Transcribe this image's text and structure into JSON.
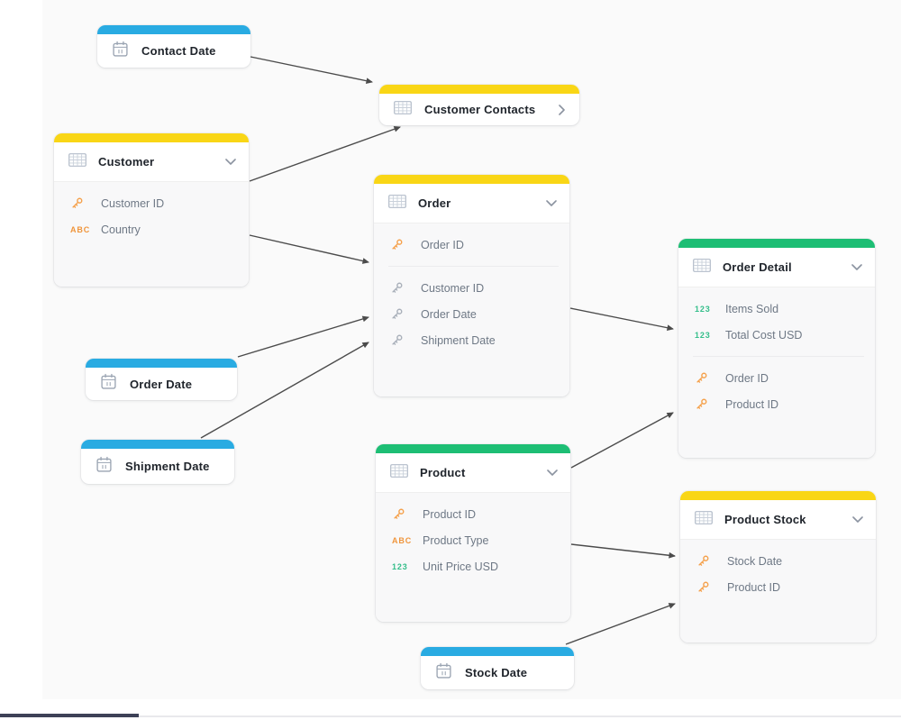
{
  "badges": {
    "text": "ABC",
    "number": "123"
  },
  "colors": {
    "dimension_header": "#29ABE2",
    "table_header_yellow": "#F9D616",
    "table_header_green": "#1DBE74",
    "key_active": "#F5A14C",
    "key_inactive": "#A9B0BA",
    "text_type": "#F0953C",
    "number_type": "#35BE8B",
    "arrow": "#4B4B4B",
    "scrollbar_thumb": "#3D4157"
  },
  "entities": [
    {
      "id": "contact-date",
      "title": "Contact Date",
      "header_color": "blue",
      "kind": "dimension"
    },
    {
      "id": "customer-contacts",
      "title": "Customer Contacts",
      "header_color": "yellow",
      "kind": "table-collapsed"
    },
    {
      "id": "customer",
      "title": "Customer",
      "header_color": "yellow",
      "kind": "table",
      "fields": [
        {
          "type": "key",
          "label": "Customer ID"
        },
        {
          "type": "text",
          "label": "Country"
        }
      ]
    },
    {
      "id": "order",
      "title": "Order",
      "header_color": "yellow",
      "kind": "table",
      "fields": [
        {
          "type": "key",
          "label": "Order ID"
        },
        {
          "type": "key-inactive",
          "label": "Customer ID"
        },
        {
          "type": "key-inactive",
          "label": "Order Date"
        },
        {
          "type": "key-inactive",
          "label": "Shipment Date"
        }
      ]
    },
    {
      "id": "order-detail",
      "title": "Order Detail",
      "header_color": "green",
      "kind": "table",
      "fields": [
        {
          "type": "number",
          "label": "Items Sold"
        },
        {
          "type": "number",
          "label": "Total Cost USD"
        },
        {
          "type": "key",
          "label": "Order ID"
        },
        {
          "type": "key",
          "label": "Product ID"
        }
      ]
    },
    {
      "id": "order-date",
      "title": "Order Date",
      "header_color": "blue",
      "kind": "dimension"
    },
    {
      "id": "shipment-date",
      "title": "Shipment Date",
      "header_color": "blue",
      "kind": "dimension"
    },
    {
      "id": "product",
      "title": "Product",
      "header_color": "green",
      "kind": "table",
      "fields": [
        {
          "type": "key",
          "label": "Product ID"
        },
        {
          "type": "text",
          "label": "Product Type"
        },
        {
          "type": "number",
          "label": "Unit Price USD"
        }
      ]
    },
    {
      "id": "product-stock",
      "title": "Product Stock",
      "header_color": "yellow",
      "kind": "table",
      "fields": [
        {
          "type": "key",
          "label": "Stock Date"
        },
        {
          "type": "key",
          "label": "Product ID"
        }
      ]
    },
    {
      "id": "stock-date",
      "title": "Stock Date",
      "header_color": "blue",
      "kind": "dimension"
    }
  ],
  "connections": [
    {
      "from": "Contact Date",
      "to": "Customer Contacts"
    },
    {
      "from": "Customer",
      "to": "Customer Contacts"
    },
    {
      "from": "Customer",
      "to": "Order"
    },
    {
      "from": "Order Date",
      "to": "Order"
    },
    {
      "from": "Shipment Date",
      "to": "Order"
    },
    {
      "from": "Order",
      "to": "Order Detail"
    },
    {
      "from": "Product",
      "to": "Order Detail"
    },
    {
      "from": "Product",
      "to": "Product Stock"
    },
    {
      "from": "Stock Date",
      "to": "Product Stock"
    }
  ]
}
